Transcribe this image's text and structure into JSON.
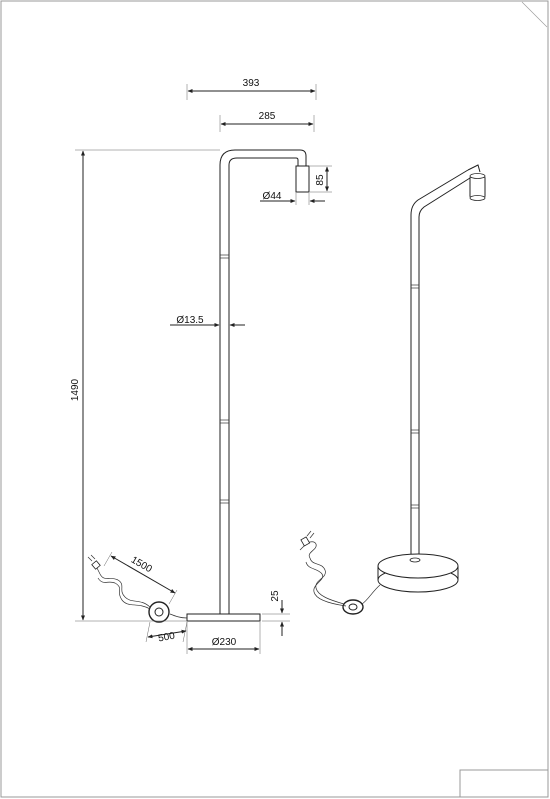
{
  "dimensions": {
    "overall_reach": "393",
    "arm_length": "285",
    "shade_height": "85",
    "shade_diameter": "Ø44",
    "pole_diameter": "Ø13.5",
    "total_height": "1490",
    "cable_length": "1500",
    "switch_cable_length": "500",
    "base_height": "25",
    "base_diameter": "Ø230"
  },
  "colors": {
    "line": "#222222",
    "frame": "#999999",
    "background": "#ffffff"
  }
}
